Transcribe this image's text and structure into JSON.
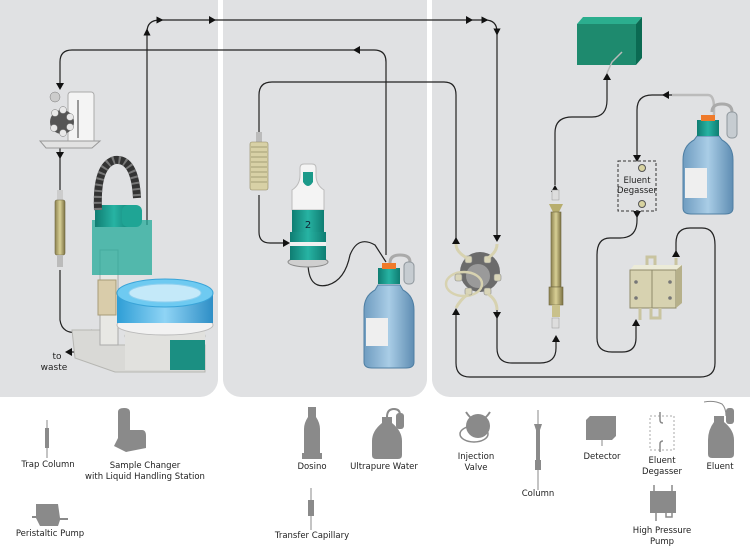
{
  "diagram": {
    "title": "",
    "panels": [
      {
        "id": "sample-preparation"
      },
      {
        "id": "dosing"
      },
      {
        "id": "ion-chromatograph"
      }
    ],
    "components": {
      "dosino_number": "2",
      "degasser_label_line1": "Eluent",
      "degasser_label_line2": "Degasser",
      "waste_label_line1": "to",
      "waste_label_line2": "waste"
    },
    "colors": {
      "panel_bg": "#e0e1e3",
      "teal": "#1a9a8c",
      "detector_green": "#1e8a6e",
      "legend_gray": "#8a8a8a",
      "line": "#222222"
    }
  },
  "legend": {
    "items": [
      {
        "label": "Trap Column"
      },
      {
        "label_line1": "Sample Changer",
        "label_line2": "with Liquid Handling Station"
      },
      {
        "label": "Peristaltic Pump"
      },
      {
        "label": "Dosino"
      },
      {
        "label": "Ultrapure Water"
      },
      {
        "label": "Transfer Capillary"
      },
      {
        "label_line1": "Injection",
        "label_line2": "Valve"
      },
      {
        "label": "Column"
      },
      {
        "label": "Detector"
      },
      {
        "label_line1": "Eluent",
        "label_line2": "Degasser"
      },
      {
        "label": "Eluent"
      },
      {
        "label_line1": "High Pressure",
        "label_line2": "Pump"
      }
    ]
  }
}
